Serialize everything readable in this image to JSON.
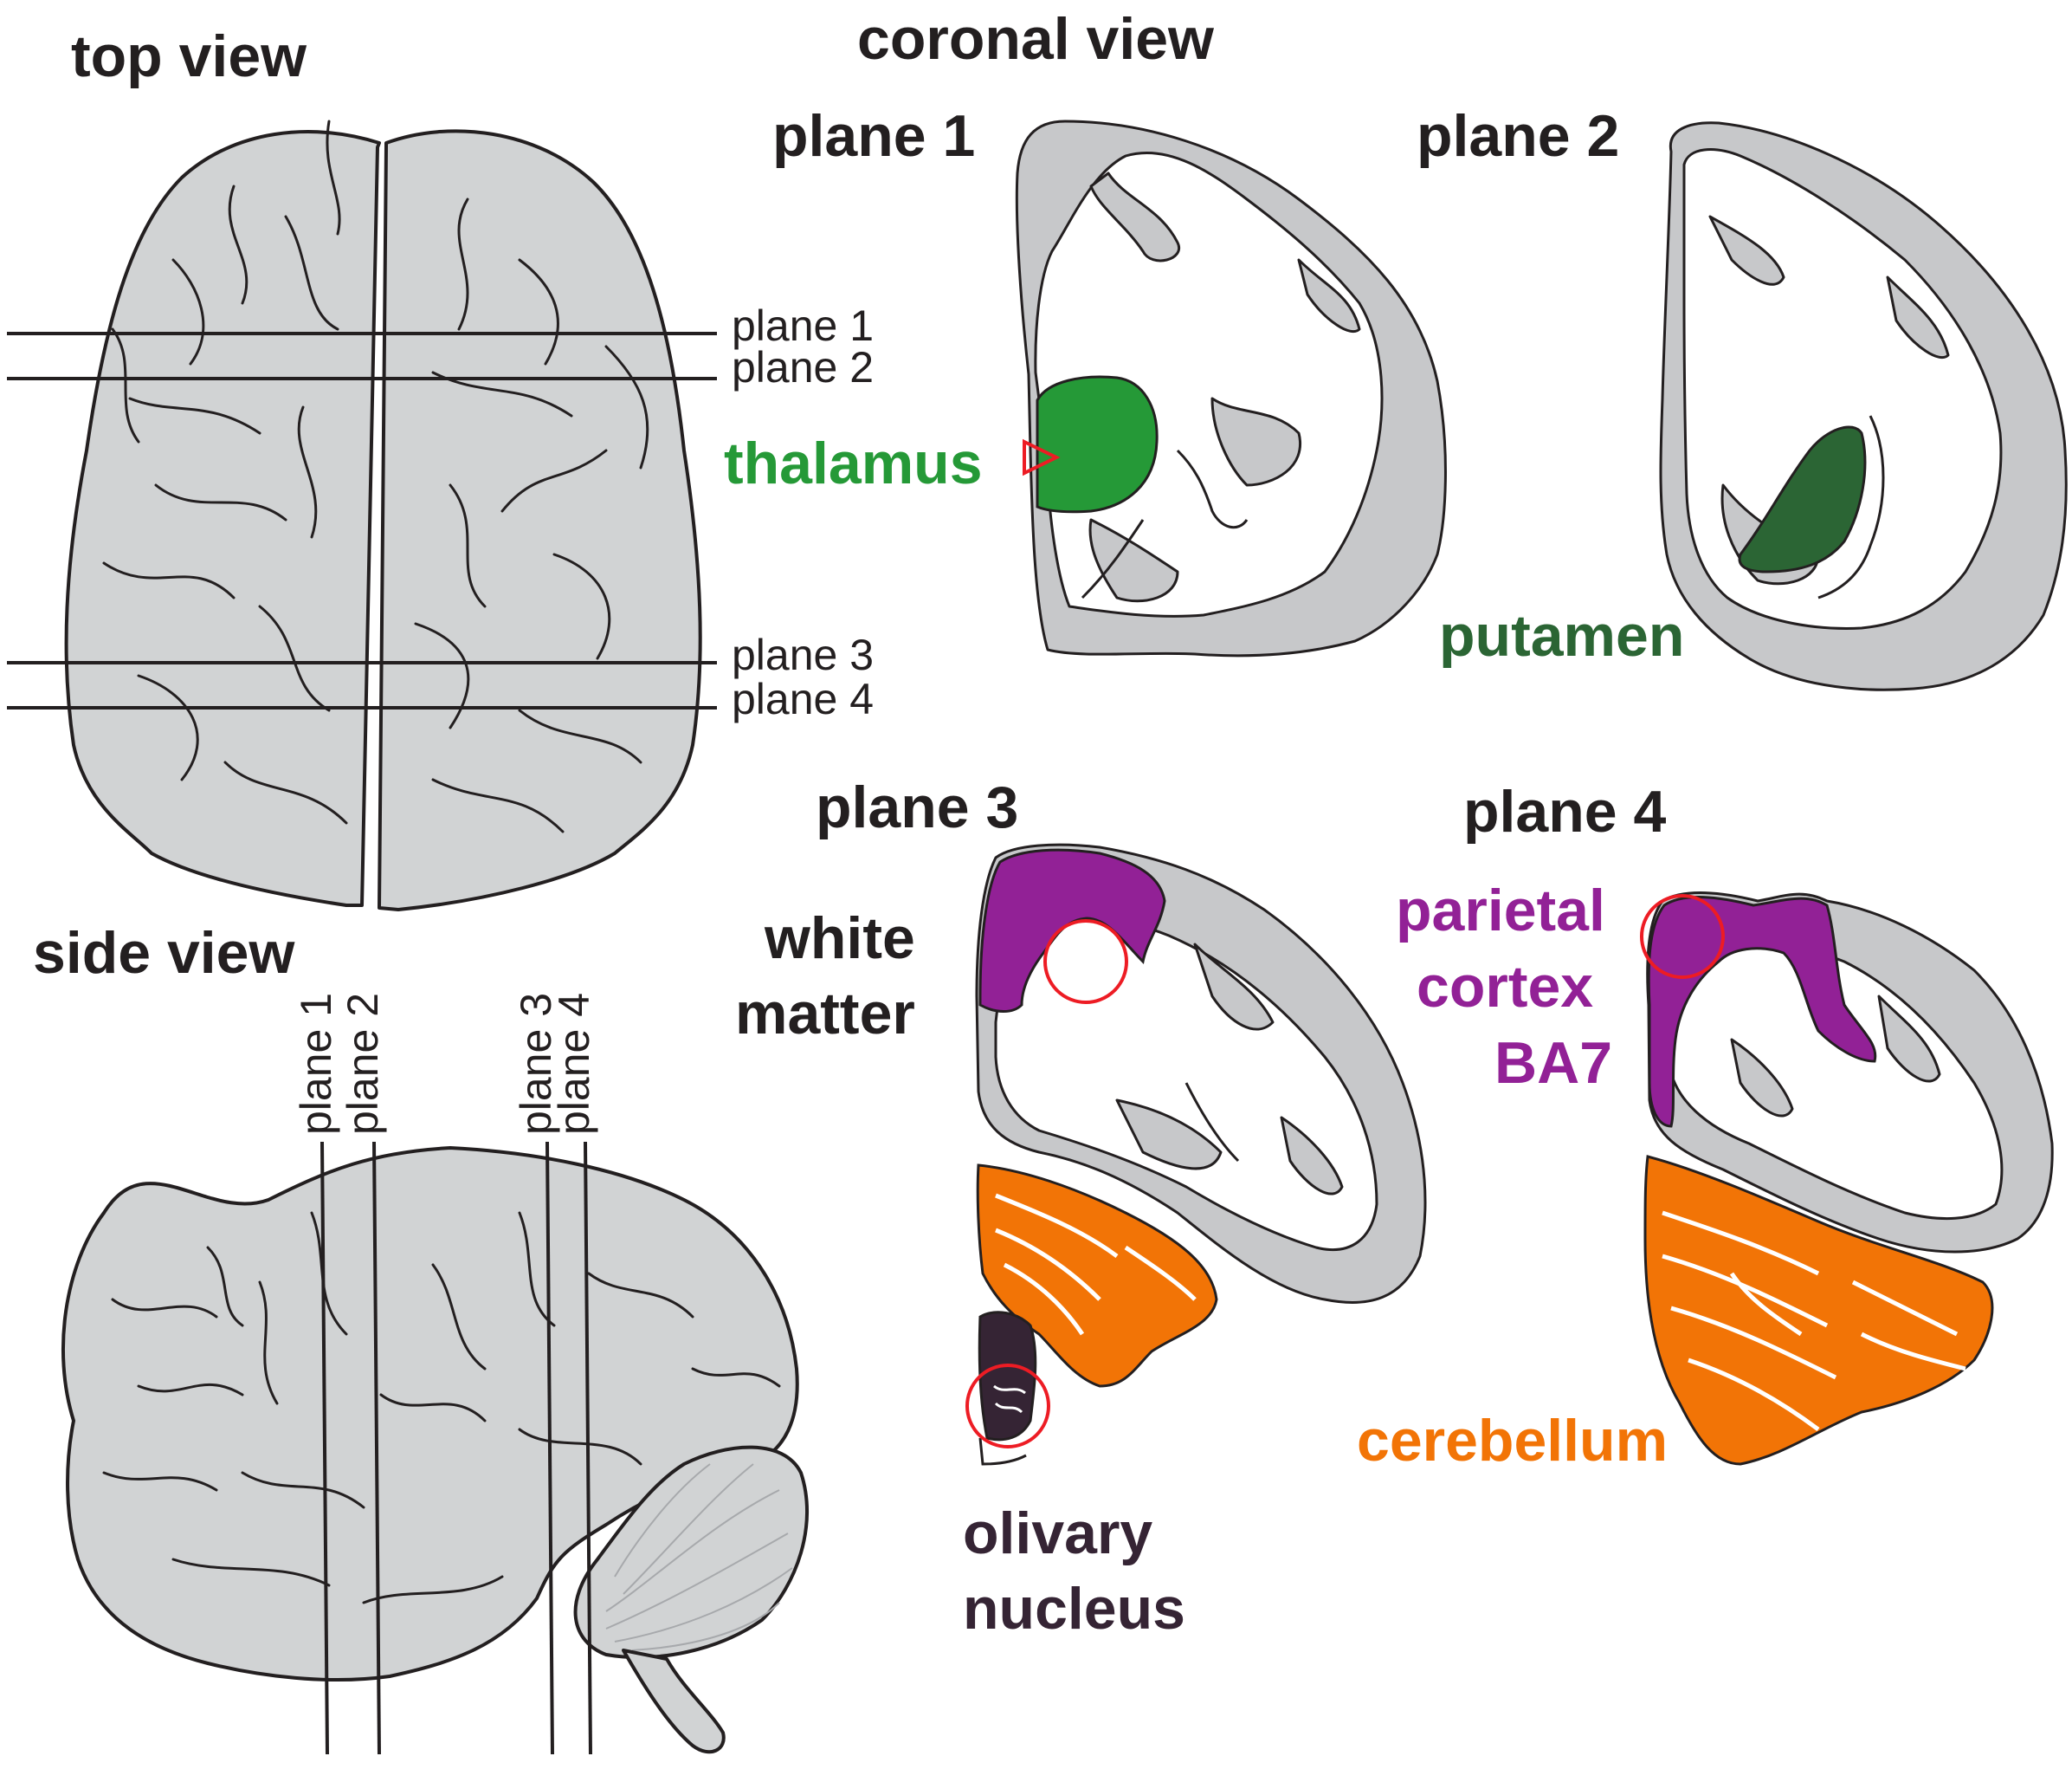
{
  "headings": {
    "top_view": "top view",
    "coronal_view": "coronal view",
    "side_view": "side view"
  },
  "top_view_planes": [
    "plane 1",
    "plane 2",
    "plane 3",
    "plane 4"
  ],
  "side_view_planes": [
    "plane 1",
    "plane 2",
    "plane 3",
    "plane 4"
  ],
  "section_titles": {
    "plane1": "plane 1",
    "plane2": "plane 2",
    "plane3": "plane 3",
    "plane4": "plane 4"
  },
  "regions": {
    "thalamus": {
      "label": "thalamus",
      "color": "#259937"
    },
    "putamen": {
      "label": "putamen",
      "color": "#2b6534"
    },
    "white_matter": {
      "lines": [
        "white",
        "matter"
      ],
      "color": "#231f20"
    },
    "parietal_cortex": {
      "lines": [
        "parietal",
        "cortex",
        "BA7"
      ],
      "color": "#922196"
    },
    "cerebellum": {
      "label": "cerebellum",
      "color": "#f27406"
    },
    "olivary_nucleus": {
      "lines": [
        "olivary",
        "nucleus"
      ],
      "color": "#352434"
    }
  },
  "colors": {
    "tissue_grey": "#d1d3d4",
    "white_matter_fill": "#ffffff",
    "outline": "#231f20",
    "marker": "#ed1c24"
  }
}
